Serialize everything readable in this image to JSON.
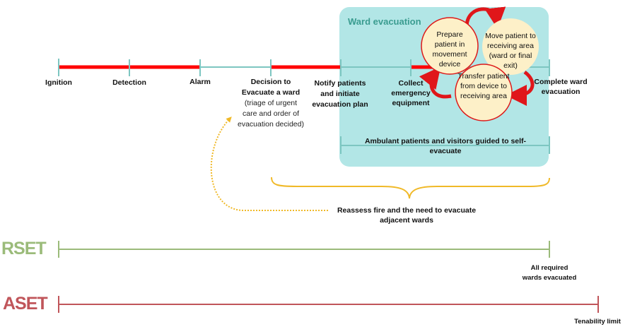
{
  "ward_box": {
    "title": "Ward evacuation",
    "ambulant_label": "Ambulant patients and visitors guided to self-evacuate"
  },
  "timeline": {
    "milestones": [
      {
        "label": "Ignition"
      },
      {
        "label": "Detection"
      },
      {
        "label": "Alarm"
      },
      {
        "label": "Decision to Evacuate a ward",
        "note": "(triage of urgent care and order of evacuation decided)"
      },
      {
        "label": "Notify patients and initiate evacuation plan"
      },
      {
        "label": "Collect emergency equipment"
      },
      {
        "label": "Complete ward evacuation"
      }
    ]
  },
  "cycle": {
    "steps": [
      {
        "label": "Prepare patient in movement device"
      },
      {
        "label": "Move patient to receiving area (ward or final exit)"
      },
      {
        "label": "Transfer patient from device to receiving area"
      }
    ]
  },
  "reassess": {
    "label": "Reassess fire and the need to evacuate adjacent wards"
  },
  "rset": {
    "label": "RSET",
    "end_label": "All required wards evacuated",
    "color": "#9bbb7a"
  },
  "aset": {
    "label": "ASET",
    "end_label": "Tenability limit",
    "color": "#c0555a"
  },
  "colors": {
    "critical_path": "#ff0000",
    "timeline": "#7dc6c1",
    "ward_box": "#b2e6e6",
    "ward_title": "#3a9c90",
    "circle_fill": "#fdf0c8",
    "circle_stroke": "#dd1a1a",
    "brace": "#f0b928"
  }
}
